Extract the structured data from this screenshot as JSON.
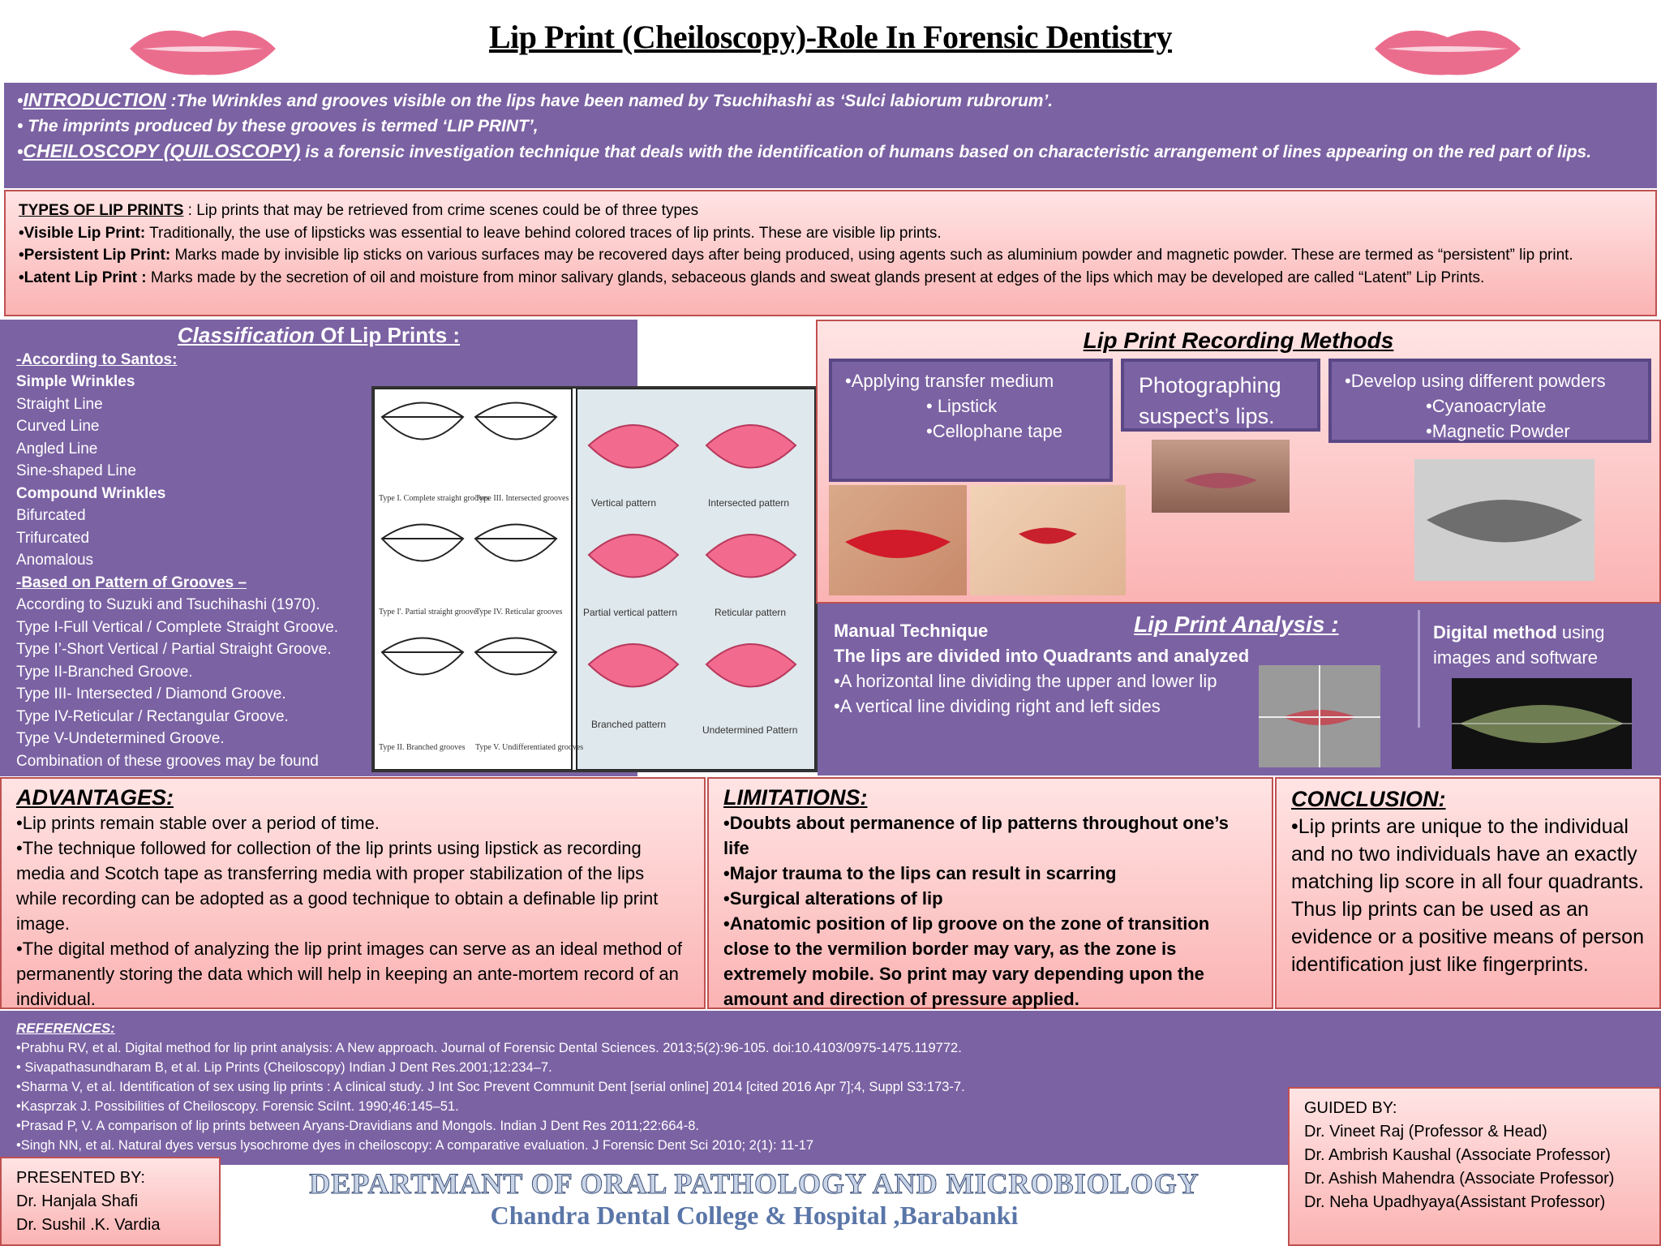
{
  "title": "Lip Print (Cheiloscopy)-Role In Forensic Dentistry",
  "intro": {
    "line1_head": "INTRODUCTION",
    "line1": " :The Wrinkles and grooves visible on the lips have been named by Tsuchihashi as ‘Sulci labiorum rubrorum’.",
    "line2": "• The imprints produced by these grooves is termed ‘LIP PRINT’,",
    "line3_head": "CHEILOSCOPY (QUILOSCOPY)",
    "line3": " is a forensic investigation technique that deals with the identification of humans based on characteristic arrangement of lines appearing on the red part of lips."
  },
  "types": {
    "head": "TYPES OF LIP PRINTS",
    "intro": " : Lip prints that may be retrieved from crime scenes could be of three types",
    "items": [
      {
        "label": "•Visible Lip Print:",
        "text": " Traditionally, the use of lipsticks was essential to leave behind colored traces of lip prints. These are visible lip prints."
      },
      {
        "label": "•Persistent Lip Print:",
        "text": " Marks made by invisible lip sticks on various surfaces may be recovered days after being produced, using agents such as aluminium powder and magnetic powder. These are termed as “persistent” lip print."
      },
      {
        "label": "•Latent Lip Print :",
        "text": " Marks made by the secretion of oil and moisture from minor salivary glands, sebaceous glands and sweat glands present at edges of the lips  which may be developed are called   “Latent” Lip Prints."
      }
    ]
  },
  "classification": {
    "title_italic": "Classification",
    "title_rest": " Of Lip  Prints :",
    "santos_head": "-According to Santos:",
    "simple_head": "Simple Wrinkles",
    "simple": [
      "Straight Line",
      "Curved Line",
      "Angled Line",
      "Sine-shaped Line"
    ],
    "compound_head": "Compound Wrinkles",
    "compound": [
      "Bifurcated",
      "Trifurcated",
      "Anomalous"
    ],
    "grooves_head": "-Based on Pattern of Grooves –",
    "grooves": [
      "According to Suzuki and Tsuchihashi (1970).",
      "Type I-Full Vertical / Complete Straight Groove.",
      "Type I’-Short Vertical / Partial Straight Groove.",
      "Type II-Branched Groove.",
      "Type III- Intersected / Diamond Groove.",
      "Type IV-Reticular / Rectangular Groove.",
      "Type V-Undetermined Groove.",
      "Combination of these grooves may be found"
    ],
    "diagram_labels": [
      "Type I. Complete straight grooves",
      "Type III. Intersected grooves",
      "Type I'. Partial straight groove",
      "Type IV. Reticular grooves",
      "Type II. Branched grooves",
      "Type V. Undifferentiated grooves"
    ],
    "pattern_labels": [
      "Vertical pattern",
      "Intersected pattern",
      "Partial vertical pattern",
      "Reticular pattern",
      "Branched pattern",
      "Undetermined Pattern"
    ]
  },
  "recording": {
    "title": "Lip Print Recording Methods",
    "box1": [
      "•Applying transfer medium",
      "• Lipstick",
      "•Cellophane tape"
    ],
    "box2": "Photographing suspect’s lips.",
    "box3": [
      "•Develop using different powders",
      "•Cyanoacrylate",
      "•Magnetic Powder"
    ]
  },
  "analysis": {
    "title": "Lip Print Analysis :",
    "manual": [
      "Manual Technique",
      "The lips are divided into Quadrants and analyzed",
      "•A horizontal line dividing the upper and lower lip",
      "•A vertical line dividing right and left sides"
    ],
    "digital_bold": "Digital method",
    "digital_rest": " using images and software"
  },
  "advantages": {
    "head": "ADVANTAGES",
    "items": [
      "•Lip prints remain stable over a period of time.",
      "•The technique followed for collection of the lip prints using lipstick as recording media and Scotch tape as transferring media with proper stabilization of the lips while recording can be adopted as a good technique to obtain a definable lip print image.",
      "•The digital method of analyzing the lip print images can serve as an ideal method of permanently storing the data which will help in keeping an ante-mortem record of an individual."
    ]
  },
  "limitations": {
    "head": "LIMITATIONS",
    "items": [
      "•Doubts about permanence of lip patterns throughout one’s life",
      "•Major trauma to the lips can result in scarring",
      "•Surgical alterations of lip",
      "•Anatomic position of lip groove on the zone of transition close to the vermilion border may vary, as the zone is extremely mobile. So print may vary depending upon the amount and direction of pressure applied."
    ]
  },
  "conclusion": {
    "head": "CONCLUSION",
    "text": "•Lip prints are unique to the individual and no two individuals have an exactly matching lip score in all four quadrants. Thus lip prints can be used as an evidence or a positive means of person identification just like fingerprints."
  },
  "references": {
    "head": "REFERENCES:",
    "items": [
      "•Prabhu RV, et al. Digital method for lip print analysis: A New approach. Journal of Forensic Dental Sciences. 2013;5(2):96-105. doi:10.4103/0975-1475.119772.",
      "• Sivapathasundharam B, et al. Lip Prints (Cheiloscopy) Indian J Dent Res.2001;12:234–7.",
      "•Sharma V, et al. Identification of sex using lip prints : A clinical study. J Int Soc Prevent Communit Dent [serial online] 2014 [cited 2016 Apr 7];4, Suppl S3:173-7.",
      "•Kasprzak J. Possibilities of Cheiloscopy. Forensic SciInt. 1990;46:145–51.",
      "•Prasad P, V. A comparison of lip prints between Aryans-Dravidians and Mongols. Indian J Dent Res 2011;22:664-8.",
      "•Singh NN, et al. Natural dyes versus lysochrome dyes in cheiloscopy: A comparative evaluation. J Forensic Dent Sci 2010; 2(1): 11-17"
    ]
  },
  "guided": {
    "head": "GUIDED BY:",
    "items": [
      "Dr. Vineet Raj (Professor & Head)",
      "Dr. Ambrish Kaushal (Associate Professor)",
      "Dr. Ashish Mahendra (Associate Professor)",
      "Dr. Neha Upadhyaya(Assistant Professor)"
    ]
  },
  "presented": {
    "head": "PRESENTED BY:",
    "items": [
      "Dr. Hanjala Shafi",
      "Dr. Sushil .K. Vardia"
    ]
  },
  "department": "DEPARTMANT OF ORAL PATHOLOGY AND MICROBIOLOGY",
  "college": "Chandra Dental College & Hospital ,Barabanki",
  "colors": {
    "purple": "#7b62a3",
    "pink": "#fbb3b3",
    "lip_red": "#e0436a"
  }
}
